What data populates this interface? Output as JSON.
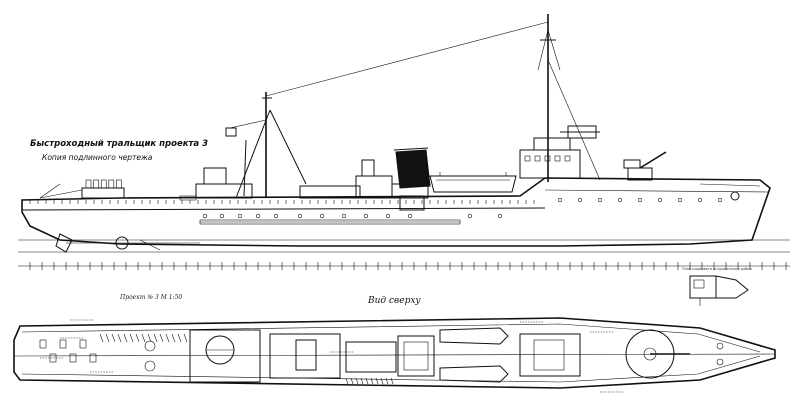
{
  "titles": {
    "main": "Быстроходный тральщик проекта 3",
    "copy_note": "Копия подлинного чертежа"
  },
  "labels": {
    "top_view": "Вид  сверху",
    "scale": "Проект № 3    М 1:50",
    "detail_plan": "План кормового штурманского рубки"
  }
}
